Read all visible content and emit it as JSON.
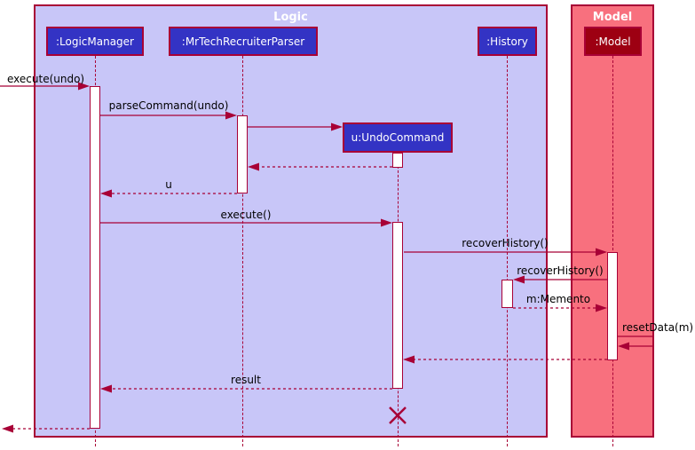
{
  "frames": {
    "logic": {
      "title": "Logic"
    },
    "model": {
      "title": "Model"
    }
  },
  "participants": {
    "logic_manager": {
      "label": ":LogicManager"
    },
    "parser": {
      "label": ":MrTechRecruiterParser"
    },
    "undo_command": {
      "label": "u:UndoCommand"
    },
    "history": {
      "label": ":History"
    },
    "model": {
      "label": ":Model"
    }
  },
  "messages": {
    "execute_undo": {
      "label": "execute(undo)",
      "type": "sync"
    },
    "parse_command": {
      "label": "parseCommand(undo)",
      "type": "sync"
    },
    "return_u": {
      "label": "u",
      "type": "return"
    },
    "execute": {
      "label": "execute()",
      "type": "sync"
    },
    "recover_history_to_model": {
      "label": "recoverHistory()",
      "type": "sync"
    },
    "recover_history_to_history": {
      "label": "recoverHistory()",
      "type": "sync"
    },
    "m_memento": {
      "label": "m:Memento",
      "type": "return"
    },
    "reset_data": {
      "label": "resetData(m)",
      "type": "self"
    },
    "result": {
      "label": "result",
      "type": "return"
    }
  },
  "colors": {
    "frame_border": "#A80036",
    "arrow": "#A80036",
    "logic_frame_fill": "#C8C6F8",
    "logic_head_fill": "#3333C4",
    "model_frame_fill": "#F8707E",
    "model_head_fill": "#9D0012",
    "activation_fill": "#FFFFFF",
    "head_text": "#FFFFFF",
    "label_text": "#000000"
  }
}
